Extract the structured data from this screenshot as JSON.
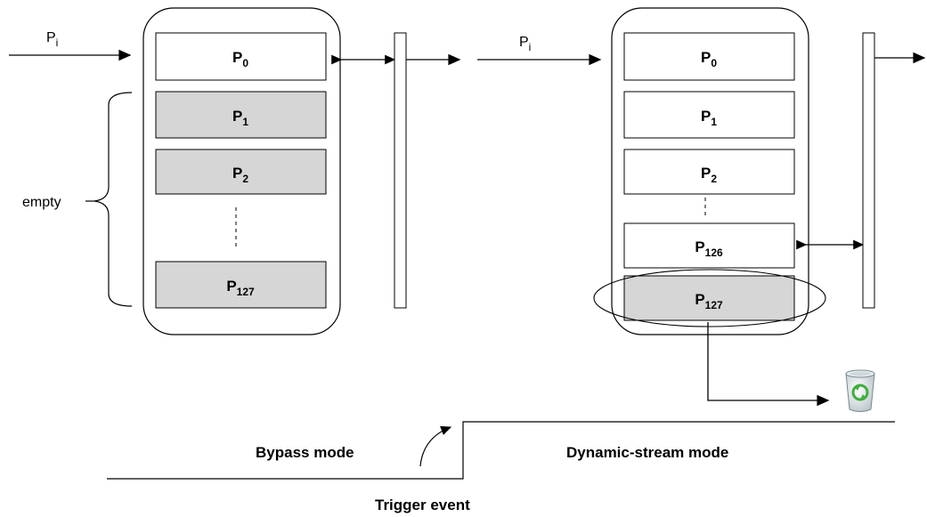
{
  "input_label": {
    "main": "P",
    "sub": "i"
  },
  "left_buffer": {
    "slots": [
      {
        "main": "P",
        "sub": "0",
        "state": "filled"
      },
      {
        "main": "P",
        "sub": "1",
        "state": "empty"
      },
      {
        "main": "P",
        "sub": "2",
        "state": "empty"
      },
      {
        "main": "P",
        "sub": "127",
        "state": "empty"
      }
    ]
  },
  "right_buffer": {
    "slots": [
      {
        "main": "P",
        "sub": "0",
        "state": "filled"
      },
      {
        "main": "P",
        "sub": "1",
        "state": "filled"
      },
      {
        "main": "P",
        "sub": "2",
        "state": "filled"
      },
      {
        "main": "P",
        "sub": "126",
        "state": "filled"
      },
      {
        "main": "P",
        "sub": "127",
        "state": "discarded"
      }
    ]
  },
  "empty_label": "empty",
  "modes": {
    "bypass": "Bypass mode",
    "dynamic": "Dynamic-stream mode",
    "trigger": "Trigger event"
  },
  "colors": {
    "empty_fill": "#d6d6d6",
    "filled_fill": "#ffffff",
    "stroke": "#000000",
    "bin": "#3fae3f"
  },
  "icons": [
    "recycle-bin-icon"
  ]
}
